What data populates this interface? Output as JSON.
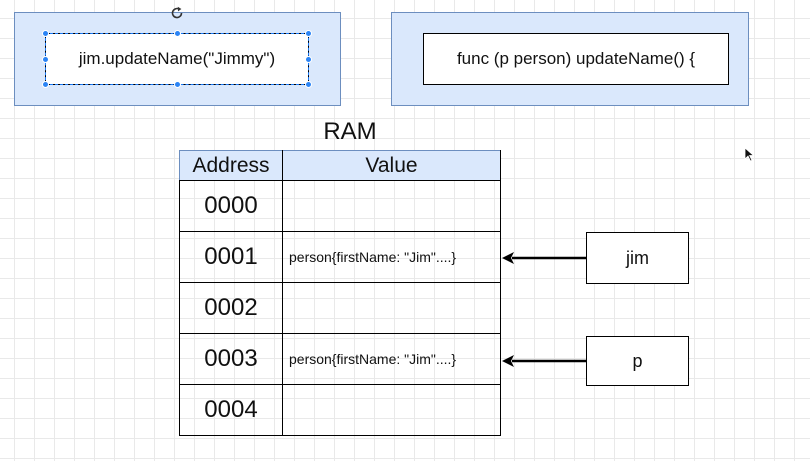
{
  "left_code": "jim.updateName(\"Jimmy\")",
  "right_code": "func (p person) updateName() {",
  "ram": {
    "title": "RAM",
    "columns": [
      "Address",
      "Value"
    ],
    "rows": [
      {
        "address": "0000",
        "value": ""
      },
      {
        "address": "0001",
        "value": "person{firstName: \"Jim\"....}"
      },
      {
        "address": "0002",
        "value": ""
      },
      {
        "address": "0003",
        "value": "person{firstName: \"Jim\"....}"
      },
      {
        "address": "0004",
        "value": ""
      }
    ]
  },
  "variables": [
    {
      "label": "jim",
      "points_to_address": "0001"
    },
    {
      "label": "p",
      "points_to_address": "0003"
    }
  ],
  "colors": {
    "container_fill": "#dae8fc",
    "container_border": "#6c8ebf",
    "selection": "#1a7af8"
  },
  "icons": [
    "rotate-icon",
    "mouse-cursor-icon"
  ]
}
